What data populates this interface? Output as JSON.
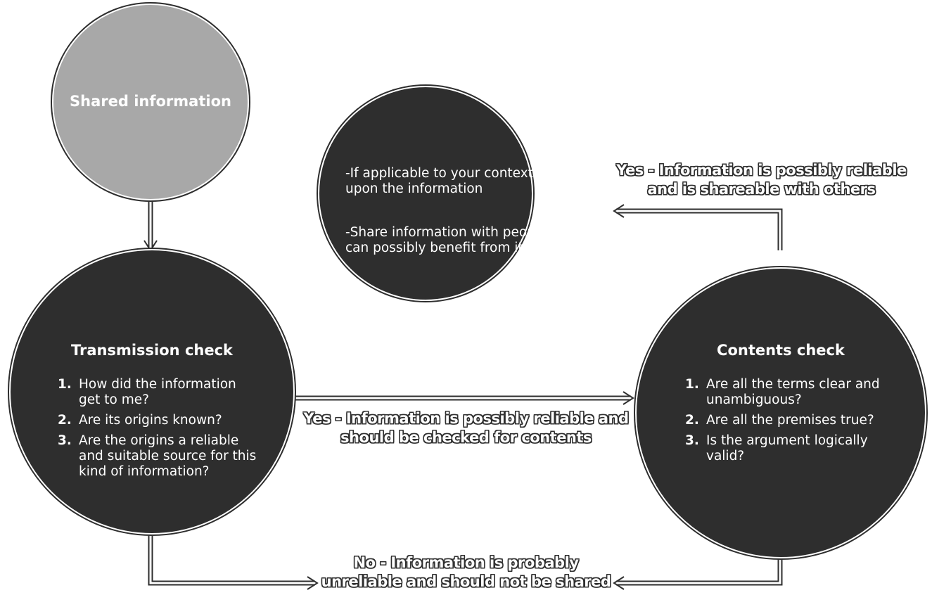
{
  "nodes": {
    "shared": {
      "title": "Shared information"
    },
    "action": {
      "line1": "-If applicable to your context, act upon the information",
      "line2": "-Share information with people who can possibly benefit from it"
    },
    "transmission": {
      "title": "Transmission  check",
      "questions": [
        {
          "num": "1.",
          "text": "How did the information get to me?"
        },
        {
          "num": "2.",
          "text": "Are its origins known?"
        },
        {
          "num": "3.",
          "text": "Are the origins a reliable and suitable source for this kind of information?"
        }
      ]
    },
    "contents": {
      "title": "Contents check",
      "questions": [
        {
          "num": "1.",
          "text": "Are all the terms clear and unambiguous?"
        },
        {
          "num": "2.",
          "text": "Are all the premises true?"
        },
        {
          "num": "3.",
          "text": "Is the argument logically valid?"
        }
      ]
    }
  },
  "edges": {
    "yes_shareable": {
      "line1": "Yes - Information is possibly reliable",
      "line2": "and is shareable with others"
    },
    "yes_check_contents": {
      "line1": "Yes - Information is possibly reliable and",
      "line2": "should be checked for contents"
    },
    "no_unreliable": {
      "line1": "No - Information is probably",
      "line2": "unreliable and should not be shared"
    }
  },
  "colors": {
    "dark_node": "#2e2e2e",
    "light_node": "#a8a8a8",
    "text_on_node": "#ffffff",
    "arrow": "#2e2e2e",
    "background": "#ffffff"
  }
}
